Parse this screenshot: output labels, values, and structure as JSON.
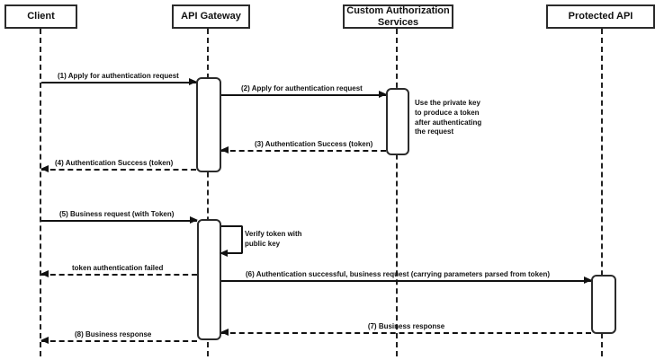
{
  "diagram": {
    "type": "sequence",
    "colors": {
      "stroke": "#111111",
      "background": "#ffffff",
      "shape_fill": "#ffffff"
    },
    "participants": [
      {
        "name": "Client"
      },
      {
        "name": "API Gateway"
      },
      {
        "name": "Custom Authorization Services"
      },
      {
        "name": "Protected API"
      }
    ],
    "messages": [
      {
        "num": "1",
        "label": "(1) Apply for authentication request",
        "from": "Client",
        "to": "API Gateway",
        "line": "solid"
      },
      {
        "num": "2",
        "label": "(2) Apply for authentication request",
        "from": "API Gateway",
        "to": "Custom Authorization Services",
        "line": "solid"
      },
      {
        "num": "3",
        "label": "(3) Authentication Success (token)",
        "from": "Custom Authorization Services",
        "to": "API Gateway",
        "line": "dashed"
      },
      {
        "num": "4",
        "label": "(4) Authentication Success (token)",
        "from": "API Gateway",
        "to": "Client",
        "line": "dashed"
      },
      {
        "num": "5",
        "label": "(5) Business request (with Token)",
        "from": "Client",
        "to": "API Gateway",
        "line": "solid"
      },
      {
        "num": "",
        "label": "Verify token with public key",
        "from": "API Gateway",
        "to": "API Gateway",
        "line": "self"
      },
      {
        "num": "",
        "label": "token authentication failed",
        "from": "API Gateway",
        "to": "Client",
        "line": "dashed"
      },
      {
        "num": "6",
        "label": "(6) Authentication successful, business request (carrying parameters parsed from token)",
        "from": "API Gateway",
        "to": "Protected API",
        "line": "solid"
      },
      {
        "num": "7",
        "label": "(7) Business response",
        "from": "Protected API",
        "to": "API Gateway",
        "line": "dashed"
      },
      {
        "num": "8",
        "label": "(8) Business response",
        "from": "API Gateway",
        "to": "Client",
        "line": "dashed"
      }
    ],
    "notes": [
      {
        "text": "Use the private key to produce a token after authenticating the request",
        "attached_to": "Custom Authorization Services"
      }
    ]
  }
}
